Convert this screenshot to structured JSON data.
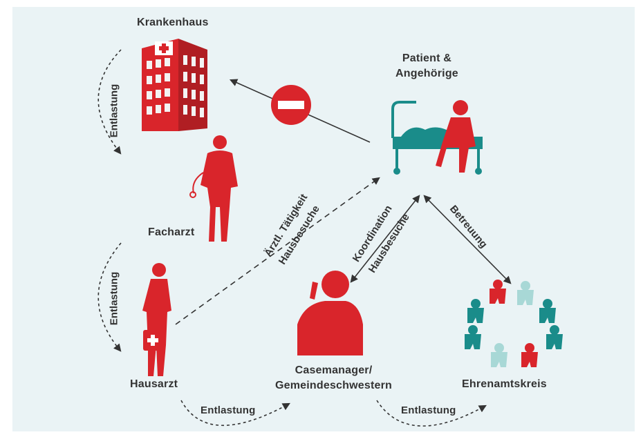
{
  "nodes": {
    "hospital": "Krankenhaus",
    "patient": "Patient &\nAngehörige",
    "specialist": "Facharzt",
    "gp": "Hausarzt",
    "casemanager": "Casemanager/\nGemeindeschwestern",
    "volunteers": "Ehrenamtskreis"
  },
  "relief": {
    "hospital": "Entlastung",
    "gp": "Entlastung",
    "bottom_left": "Entlastung",
    "bottom_right": "Entlastung"
  },
  "edges": {
    "gp_line1": "Ärztl. Tätigkeit",
    "gp_line2": "Hausbesuche",
    "cm_line1": "Koordination",
    "cm_line2": "Hausbesuche",
    "volunteer": "Betreuung"
  },
  "colors": {
    "red": "#d9252b",
    "teal": "#1a8c8a",
    "dark": "#333333",
    "background": "#eaf3f5"
  }
}
